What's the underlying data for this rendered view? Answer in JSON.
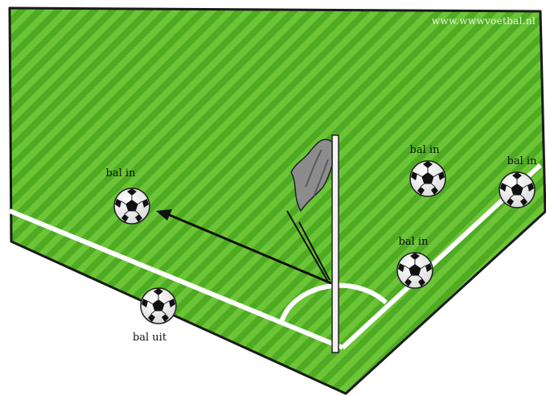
{
  "watermark": "www.wwwvoetbal.nl",
  "labels": {
    "ball_left_in": "bal in",
    "ball_top_mid_in": "bal in",
    "ball_right_in": "bal in",
    "ball_mid_right_in": "bal in",
    "ball_out": "bal uit"
  },
  "colors": {
    "grass_dark": "#3f9a1b",
    "grass_light": "#67c232",
    "line": "#ffffff",
    "edge": "#1a1a1a",
    "flag": "#8a8a8a"
  }
}
